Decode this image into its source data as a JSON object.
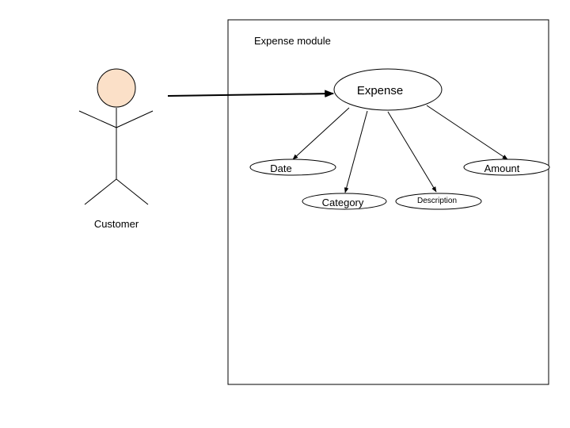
{
  "diagram": {
    "actor": {
      "label": "Customer",
      "head_fill": "#fbe0c8"
    },
    "system": {
      "label": "Expense module"
    },
    "main_use_case": {
      "label": "Expense"
    },
    "attributes": [
      {
        "label": "Date"
      },
      {
        "label": "Category"
      },
      {
        "label": "Description"
      },
      {
        "label": "Amount"
      }
    ],
    "colors": {
      "line": "#000000",
      "background": "#ffffff"
    }
  }
}
